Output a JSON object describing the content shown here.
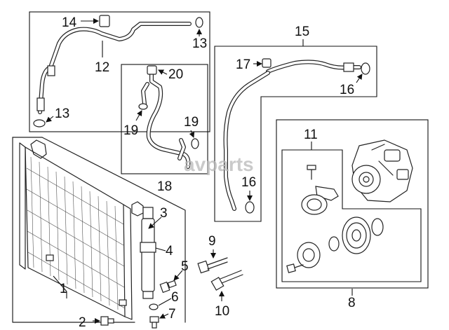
{
  "diagram": {
    "watermark": "avparts",
    "callouts": {
      "c1": "1",
      "c2": "2",
      "c3": "3",
      "c4": "4",
      "c5": "5",
      "c6": "6",
      "c7": "7",
      "c8": "8",
      "c9": "9",
      "c10": "10",
      "c11": "11",
      "c12": "12",
      "c13a": "13",
      "c13b": "13",
      "c14": "14",
      "c15": "15",
      "c16a": "16",
      "c16b": "16",
      "c17": "17",
      "c18": "18",
      "c19a": "19",
      "c19b": "19",
      "c20": "20"
    }
  }
}
